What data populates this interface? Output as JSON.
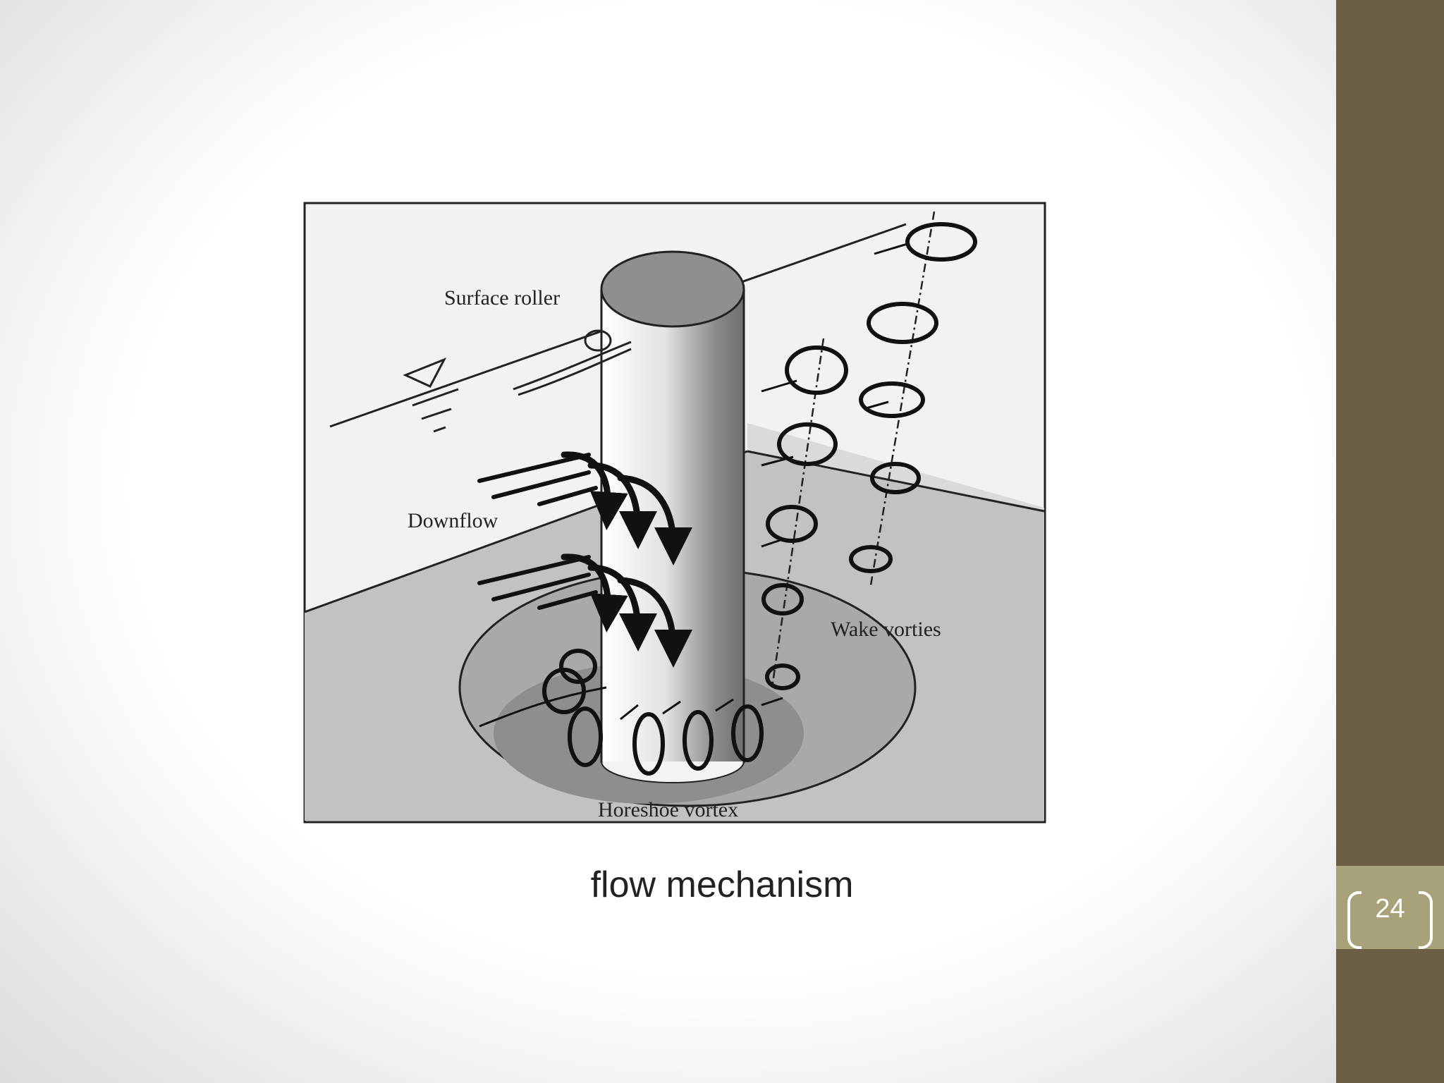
{
  "slide": {
    "caption": "flow mechanism",
    "page_number": "24",
    "colors": {
      "sidebar": "#6b5f45",
      "page_box": "#a8a27a",
      "background": "#ffffff"
    }
  },
  "diagram": {
    "labels": {
      "surface_roller": "Surface roller",
      "downflow": "Downflow",
      "wake_vortices": "Wake vorties",
      "horseshoe_vortex": "Horeshoe vortex"
    }
  }
}
